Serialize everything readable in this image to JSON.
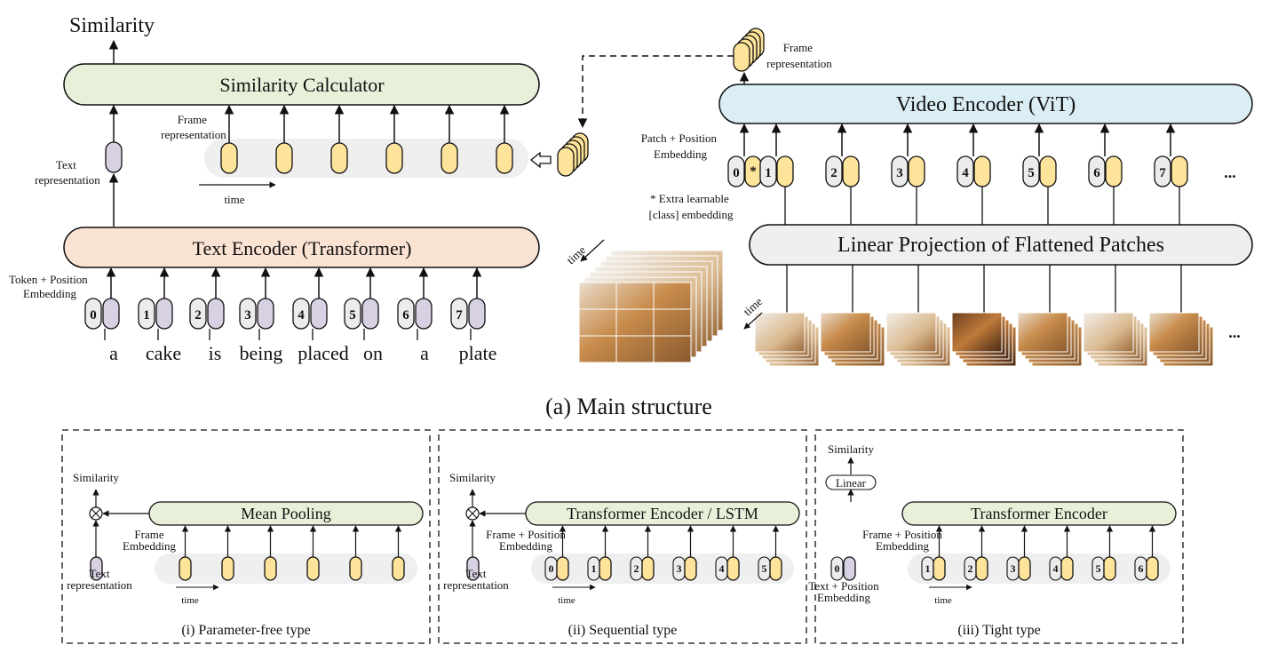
{
  "main": {
    "similarity_label": "Similarity",
    "similarity_calculator": "Similarity Calculator",
    "frame_representation_label": "Frame\nrepresentation",
    "text_representation_label": "Text\nrepresentation",
    "time_label": "time",
    "text_encoder": "Text Encoder (Transformer)",
    "token_position_label": "Token + Position\nEmbedding",
    "token_indices": [
      "0",
      "1",
      "2",
      "3",
      "4",
      "5",
      "6",
      "7"
    ],
    "caption_words": [
      "a",
      "cake",
      "is",
      "being",
      "placed",
      "on",
      "a",
      "plate"
    ],
    "video_encoder": "Video Encoder (ViT)",
    "video_frame_repr_label": "Frame\nrepresentation",
    "patch_position_label": "Patch + Position\nEmbedding",
    "patch_indices": [
      "0",
      "1",
      "2",
      "3",
      "4",
      "5",
      "6",
      "7"
    ],
    "class_marker": "*",
    "ellipsis": "...",
    "extra_learnable_label": "* Extra learnable\n[class] embedding",
    "linear_projection": "Linear Projection of Flattened Patches",
    "time_label_video": "time",
    "time_label_patches": "time",
    "caption": "(a) Main structure"
  },
  "panels": [
    {
      "id": "parameter-free",
      "similarity_label": "Similarity",
      "box_label": "Mean Pooling",
      "frame_label": "Frame\nEmbedding",
      "text_label": "Text\nrepresentation",
      "time_label": "time",
      "caption": "(i) Parameter-free type"
    },
    {
      "id": "sequential",
      "similarity_label": "Similarity",
      "box_label": "Transformer Encoder / LSTM",
      "frame_label": "Frame + Position\nEmbedding",
      "text_label": "Text\nrepresentation",
      "time_label": "time",
      "indices": [
        "0",
        "1",
        "2",
        "3",
        "4",
        "5"
      ],
      "caption": "(ii) Sequential type"
    },
    {
      "id": "tight",
      "similarity_label": "Similarity",
      "linear_label": "Linear",
      "box_label": "Transformer Encoder",
      "frame_label": "Frame + Position\nEmbedding",
      "text_label": "Text + Position\nEmbedding",
      "time_label": "time",
      "text_index": "0",
      "indices": [
        "1",
        "2",
        "3",
        "4",
        "5",
        "6"
      ],
      "caption": "(iii) Tight type"
    }
  ],
  "colors": {
    "calc_fill": "#e8f0da",
    "text_encoder_fill": "#fbe3d3",
    "video_encoder_fill": "#dbeef5",
    "linear_fill": "#efefef",
    "frame_token": "#fde49a",
    "text_token": "#d8d0e3",
    "index_token": "#ececec",
    "band": "#efefef",
    "line": "#111111"
  }
}
